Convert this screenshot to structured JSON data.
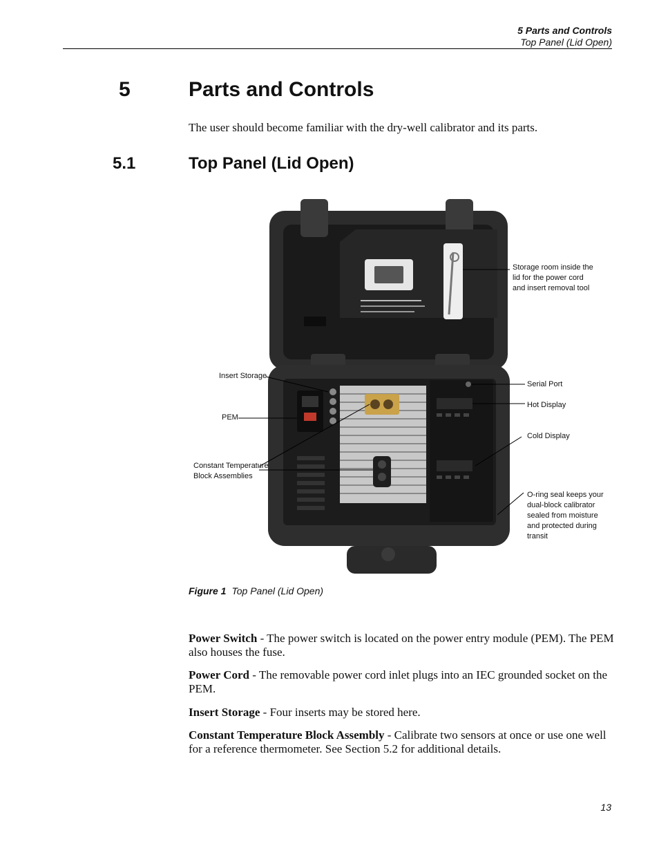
{
  "header": {
    "chapter": "5  Parts and Controls",
    "section": "Top Panel (Lid Open)"
  },
  "heading1": {
    "number": "5",
    "title": "Parts and Controls"
  },
  "intro": "The user should become familiar with the dry-well calibrator and its parts.",
  "heading2": {
    "number": "5.1",
    "title": "Top Panel (Lid Open)"
  },
  "figure": {
    "callouts": {
      "storage": [
        "Storage room inside the",
        "lid for the power cord",
        "and insert removal tool"
      ],
      "insert_storage": "Insert Storage",
      "pem": "PEM",
      "ctba": [
        "Constant Temperature",
        "Block Assemblies"
      ],
      "serial_port": "Serial Port",
      "hot_display": "Hot Display",
      "cold_display": "Cold Display",
      "oring": [
        "O-ring seal keeps your",
        "dual-block calibrator",
        "sealed from moisture",
        "and protected during",
        "transit"
      ]
    },
    "caption_label": "Figure 1",
    "caption_text": "Top Panel (Lid Open)"
  },
  "paragraphs": [
    {
      "term": "Power Switch",
      "text": " - The power switch is located on the power entry module (PEM). The PEM also houses the fuse."
    },
    {
      "term": "Power Cord",
      "text": " - The removable power cord inlet plugs into an IEC grounded socket on the PEM."
    },
    {
      "term": "Insert Storage",
      "text": " - Four inserts may be stored here."
    },
    {
      "term": "Constant Temperature Block Assembly",
      "text": " - Calibrate two sensors at once or use one well for a reference thermometer. See Section 5.2 for additional details."
    }
  ],
  "page_number": "13"
}
